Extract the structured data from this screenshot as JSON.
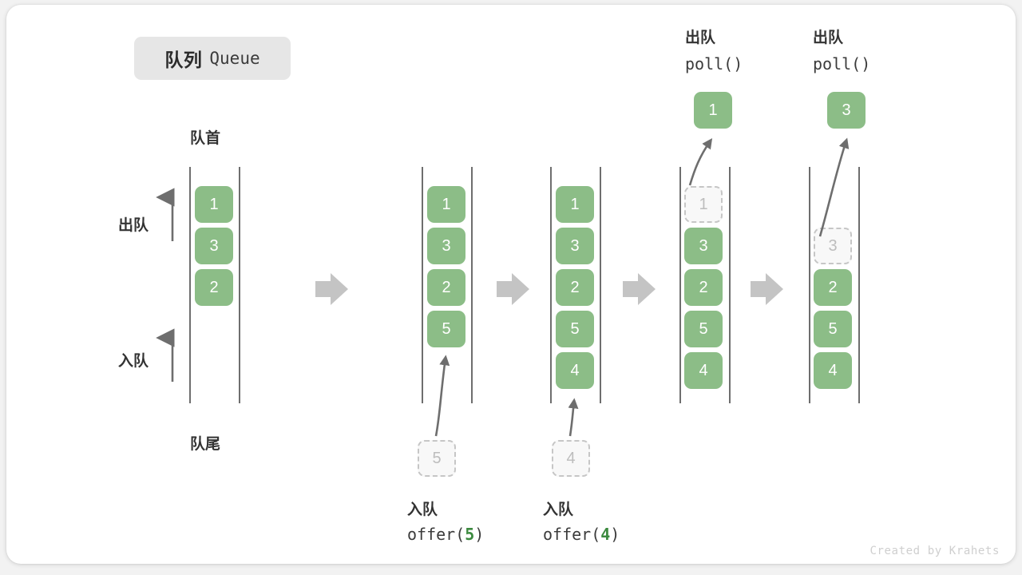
{
  "title": {
    "cn": "队列",
    "en": "Queue"
  },
  "credit": "Created by Krahets",
  "colors": {
    "node_fill": "#8cbd87",
    "node_text": "#ffffff",
    "ghost_fill": "#f8f8f8",
    "ghost_border": "#c6c6c6",
    "ghost_text": "#bdbdbd",
    "rail": "#6e6e6e",
    "arrow": "#6e6e6e",
    "step_arrow": "#c4c4c4",
    "accent_green": "#3c8a3f",
    "badge_bg": "#e6e6e6",
    "card_bg": "#ffffff",
    "page_bg": "#f2f2f2"
  },
  "side_labels": {
    "head": "队首",
    "tail": "队尾",
    "dequeue": "出队",
    "enqueue": "入队"
  },
  "stages": [
    {
      "id": "initial",
      "caption_cn": "",
      "caption_code": "",
      "caption_code_num": "",
      "items": [
        "1",
        "3",
        "2"
      ],
      "ghost_in_rail": null,
      "incoming_ghost": null,
      "popped_node": null,
      "top_caption_cn": "",
      "top_caption_code": ""
    },
    {
      "id": "offer-5",
      "caption_cn": "入队",
      "caption_code_pre": "offer(",
      "caption_code_num": "5",
      "caption_code_post": ")",
      "items": [
        "1",
        "3",
        "2",
        "5"
      ],
      "ghost_in_rail": null,
      "incoming_ghost": "5",
      "popped_node": null,
      "top_caption_cn": "",
      "top_caption_code": ""
    },
    {
      "id": "offer-4",
      "caption_cn": "入队",
      "caption_code_pre": "offer(",
      "caption_code_num": "4",
      "caption_code_post": ")",
      "items": [
        "1",
        "3",
        "2",
        "5",
        "4"
      ],
      "ghost_in_rail": null,
      "incoming_ghost": "4",
      "popped_node": null,
      "top_caption_cn": "",
      "top_caption_code": ""
    },
    {
      "id": "poll-1",
      "caption_cn": "",
      "caption_code_pre": "",
      "caption_code_num": "",
      "caption_code_post": "",
      "items": [
        "3",
        "2",
        "5",
        "4"
      ],
      "ghost_in_rail": "1",
      "incoming_ghost": null,
      "popped_node": "1",
      "top_caption_cn": "出队",
      "top_caption_code": "poll()"
    },
    {
      "id": "poll-3",
      "caption_cn": "",
      "caption_code_pre": "",
      "caption_code_num": "",
      "caption_code_post": "",
      "items": [
        "2",
        "5",
        "4"
      ],
      "ghost_in_rail": "3",
      "incoming_ghost": null,
      "popped_node": "3",
      "top_caption_cn": "出队",
      "top_caption_code": "poll()"
    }
  ]
}
